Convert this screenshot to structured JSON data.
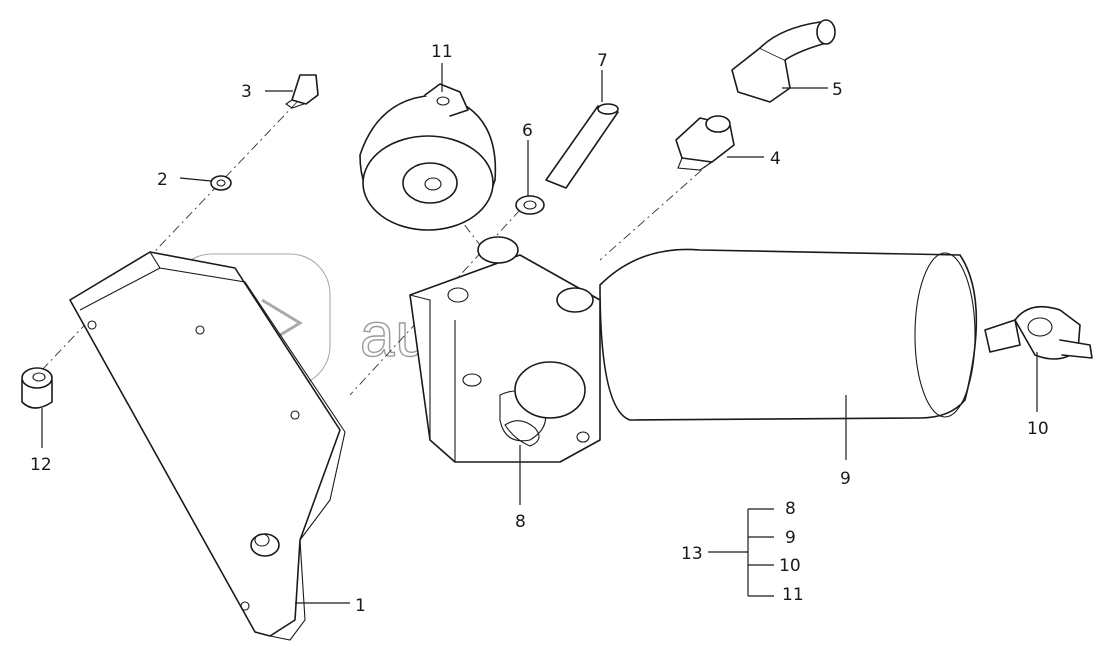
{
  "watermark": "autopiter.ru",
  "callouts": [
    {
      "id": "c1",
      "text": "1"
    },
    {
      "id": "c2",
      "text": "2"
    },
    {
      "id": "c3",
      "text": "3"
    },
    {
      "id": "c4",
      "text": "4"
    },
    {
      "id": "c5",
      "text": "5"
    },
    {
      "id": "c6",
      "text": "6"
    },
    {
      "id": "c7",
      "text": "7"
    },
    {
      "id": "c8",
      "text": "8"
    },
    {
      "id": "c9",
      "text": "9"
    },
    {
      "id": "c10",
      "text": "10"
    },
    {
      "id": "c11",
      "text": "11"
    },
    {
      "id": "c12",
      "text": "12"
    }
  ],
  "assembly": {
    "label": "13",
    "parts": [
      "8",
      "9",
      "10",
      "11"
    ]
  }
}
